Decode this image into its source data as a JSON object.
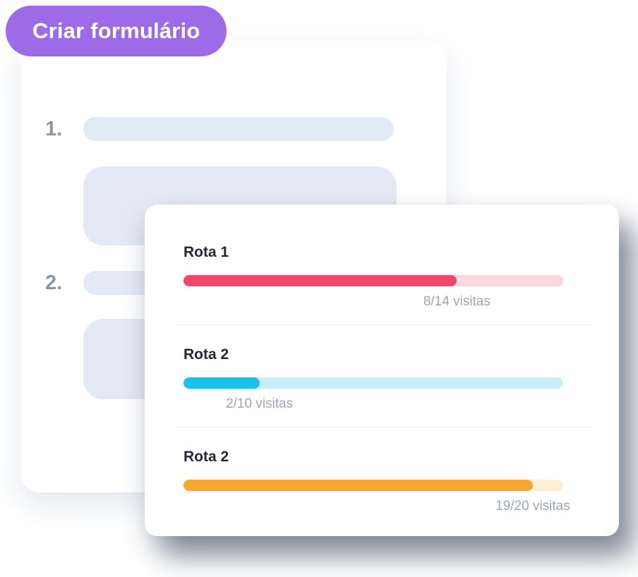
{
  "badge": {
    "label": "Criar formulário",
    "bg": "#9e6be8",
    "text_color": "#ffffff"
  },
  "form_card": {
    "placeholder_color": "#e4eaf5",
    "sections": [
      {
        "number": "1."
      },
      {
        "number": "2."
      }
    ]
  },
  "routes_card": {
    "routes": [
      {
        "label": "Rota 1",
        "caption": "8/14 visitas",
        "visited": 8,
        "total": 14,
        "pct": 72,
        "fill": "#f2466b",
        "track": "#fbd7de"
      },
      {
        "label": "Rota 2",
        "caption": "2/10 visitas",
        "visited": 2,
        "total": 10,
        "pct": 20,
        "fill": "#17c1f0",
        "track": "#c7eefb"
      },
      {
        "label": "Rota 2",
        "caption": "19/20 visitas",
        "visited": 19,
        "total": 20,
        "pct": 92,
        "fill": "#f9a72b",
        "track": "#fdeed6"
      }
    ]
  }
}
